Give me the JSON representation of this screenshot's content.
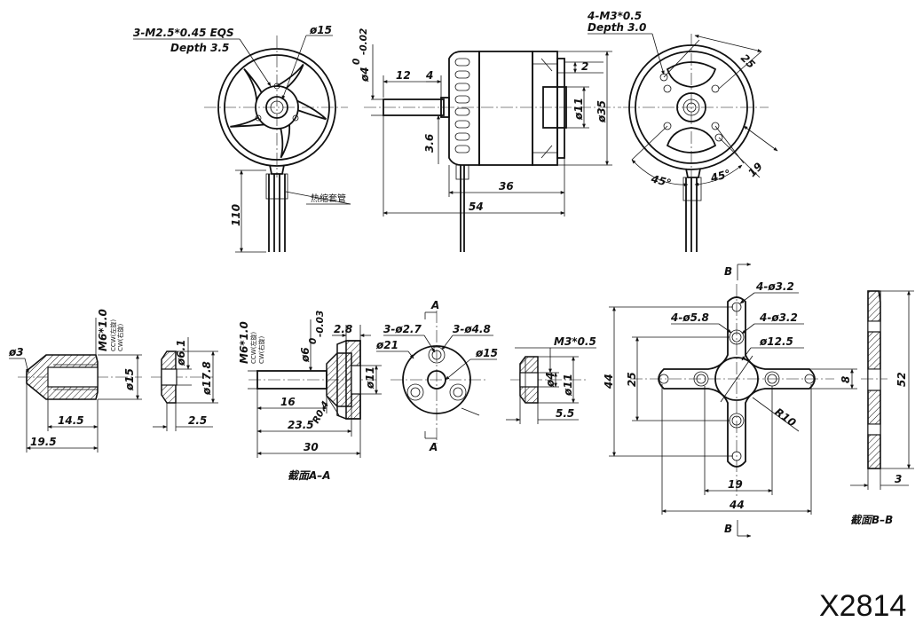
{
  "model": "X2814",
  "front_view": {
    "thread_note": "3-M2.5*0.45 EQS",
    "depth_note": "Depth 3.5",
    "dia_15": "ø15",
    "heat_shrink": "热缩套管",
    "lead_len": "110"
  },
  "side_view": {
    "shaft_dia": "ø4",
    "shaft_tol_top": "0",
    "shaft_tol_bot": "-0.02",
    "dim_12": "12",
    "dim_4": "4",
    "dim_2": "2",
    "dim_3_6": "3.6",
    "dim_11": "ø11",
    "dim_35": "ø35",
    "dim_36": "36",
    "dim_54": "54"
  },
  "rear_view": {
    "thread_note": "4-M3*0.5",
    "depth_note": "Depth 3.0",
    "dim_25": "25",
    "dim_19": "19",
    "angle_1": "45°",
    "angle_2": "45°"
  },
  "spinner": {
    "tip": "ø3",
    "thread": "M6*1.0",
    "ccw": "CCW(左旋)",
    "cw": "CW(右旋)",
    "dia_15": "ø15",
    "len_14_5": "14.5",
    "len_19_5": "19.5"
  },
  "washer": {
    "dia_6_1": "ø6.1",
    "dia_17_8": "ø17.8",
    "thick": "2.5"
  },
  "prop_adapter": {
    "thread": "M6*1.0",
    "ccw": "CCW(左旋)",
    "cw": "CW(右旋)",
    "dia_6": "ø6",
    "tol_top": "0",
    "tol_bot": "-0.03",
    "dim_2_8": "2.8",
    "dim_11": "ø11",
    "len_16": "16",
    "radius": "R0.4",
    "len_23_5": "23.5",
    "len_30": "30",
    "section": "截面A–A"
  },
  "adapter_face": {
    "holes_small": "3-ø2.7",
    "holes_big": "3-ø4.8",
    "dia_21": "ø21",
    "dia_15": "ø15",
    "cut_a": "A"
  },
  "collet_nut": {
    "thread": "M3*0.5",
    "dia_4": "ø4",
    "dia_11": "ø11",
    "len": "5.5"
  },
  "x_mount": {
    "cut_b": "B",
    "holes_3_2_a": "4-ø3.2",
    "holes_5_8": "4-ø5.8",
    "holes_3_2_b": "4-ø3.2",
    "center_hole": "ø12.5",
    "dim_44v": "44",
    "dim_25v": "25",
    "dim_8": "8",
    "radius": "R10",
    "dim_19h": "19",
    "dim_44h": "44"
  },
  "mount_section": {
    "dim_52": "52",
    "dim_3": "3",
    "section": "截面B–B"
  }
}
